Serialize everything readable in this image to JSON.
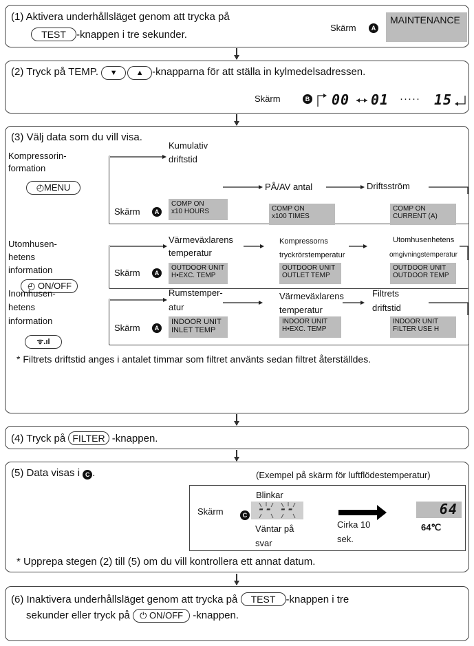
{
  "step1": {
    "text_line1": "(1) Aktivera underhållsläget genom att trycka på",
    "button": "TEST",
    "text_line2": "-knappen i tre sekunder.",
    "screen_label": "Skärm",
    "badge": "A",
    "screen_text": "MAINTENANCE"
  },
  "step2": {
    "text_pre": "(2) Tryck på TEMP.",
    "btn_down": "▼",
    "btn_up": "▲",
    "text_post": "-knapparna för att ställa in kylmedelsadressen.",
    "screen_label": "Skärm",
    "badge": "B",
    "seg1": "00",
    "seg2": "01",
    "dots": "·····",
    "seg3": "15"
  },
  "step3": {
    "title": "(3) Välj data som du vill visa.",
    "badge": "A",
    "screen_label": "Skärm",
    "groups": [
      {
        "name_lines": [
          "Kompressorin-",
          "formation"
        ],
        "button": "MENU",
        "items": [
          {
            "label_lines": [
              "Kumulativ",
              "driftstid"
            ],
            "screen": [
              "COMP ON",
              "x10 HOURS"
            ]
          },
          {
            "label_lines": [
              "PÅ/AV antal"
            ],
            "screen": [
              "COMP ON",
              "x100 TIMES"
            ]
          },
          {
            "label_lines": [
              "Driftsström"
            ],
            "screen": [
              "COMP ON",
              "CURRENT (A)"
            ]
          }
        ]
      },
      {
        "name_lines": [
          "Utomhusen-",
          "hetens",
          "information"
        ],
        "button": "ON/OFF",
        "items": [
          {
            "label_lines": [
              "Värmeväxlarens",
              "temperatur"
            ],
            "screen": [
              "OUTDOOR UNIT",
              "H•EXC. TEMP"
            ]
          },
          {
            "label_lines": [
              "Kompressorns",
              "tryckrörstemperatur"
            ],
            "screen": [
              "OUTDOOR UNIT",
              "OUTLET TEMP"
            ]
          },
          {
            "label_lines": [
              "Utomhusenhetens",
              "omgivningstemperatur"
            ],
            "screen": [
              "OUTDOOR UNIT",
              "OUTDOOR TEMP"
            ]
          }
        ]
      },
      {
        "name_lines": [
          "Inomhusen-",
          "hetens",
          "information"
        ],
        "button": "ᯤ.ıl",
        "items": [
          {
            "label_lines": [
              "Rumstemper-",
              "atur"
            ],
            "screen": [
              "INDOOR UNIT",
              "INLET TEMP"
            ]
          },
          {
            "label_lines": [
              "Värmeväxlarens",
              "temperatur"
            ],
            "screen": [
              "INDOOR UNIT",
              "H•EXC. TEMP"
            ]
          },
          {
            "label_lines": [
              "Filtrets",
              "driftstid"
            ],
            "screen": [
              "INDOOR UNIT",
              "FILTER USE H"
            ]
          }
        ]
      }
    ],
    "note": "* Filtrets driftstid anges i antalet timmar som filtret använts sedan filtret återställdes."
  },
  "step4": {
    "text_pre": "(4) Tryck på",
    "button": "FILTER",
    "text_post": "-knappen."
  },
  "step5": {
    "title": "(5) Data visas i",
    "title_badge": "C",
    "example": "(Exempel på skärm för luftflödestemperatur)",
    "screen_label": "Skärm",
    "badge": "C",
    "blink_label": "Blinkar",
    "blink_display": "-- --",
    "waiting_line1": "Väntar på",
    "waiting_line2": "svar",
    "approx_line1": "Cirka 10",
    "approx_line2": "sek.",
    "value_display": "64",
    "value_text": "64℃",
    "note": "* Upprepa stegen (2) till (5) om du vill kontrollera ett annat datum."
  },
  "step6": {
    "text_line1a": "(6) Inaktivera underhållsläget genom att trycka på",
    "button": "TEST",
    "text_line1b": "-knappen i tre",
    "text_line2a": "sekunder eller tryck på",
    "button2": "ON/OFF",
    "text_line2b": "-knappen."
  },
  "icons": {
    "menu_icon": "clock-icon",
    "onoff_icon": "power-icon"
  }
}
